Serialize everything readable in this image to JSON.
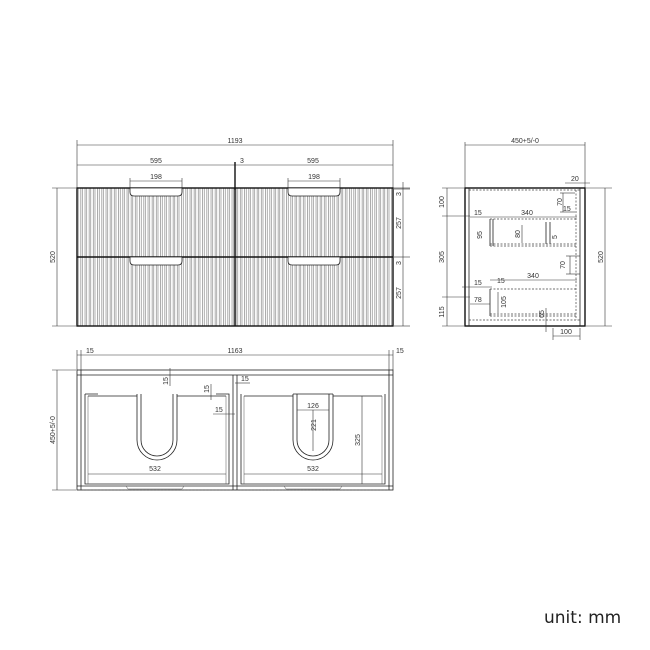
{
  "front_view": {
    "overall_width": "1193",
    "left_width": "595",
    "gap": "3",
    "right_width": "595",
    "handle_left": "198",
    "handle_right": "198",
    "height_total": "520",
    "top_gap": "3",
    "upper_drawer": "257",
    "mid_gap": "3",
    "lower_drawer": "257"
  },
  "side_view": {
    "depth": "450+5/-0",
    "top_rear": "20",
    "height_total": "520",
    "upper_offset": "100",
    "upper_left_15": "15",
    "upper_drawer_depth": "340",
    "upper_right_15": "15",
    "runner_upper": "70",
    "upper_height": "95",
    "upper_inner": "80",
    "upper_small": "5",
    "runner_lower": "70",
    "middle_height": "305",
    "lower_left_15": "15",
    "lower_right_15": "15",
    "lower_drawer_depth": "340",
    "lower_offset": "78",
    "lower_inner": "105",
    "bottom_height": "115",
    "bottom_small": "65",
    "bottom_width": "100"
  },
  "plan_view": {
    "left_panel": "15",
    "inner_width": "1163",
    "right_panel": "15",
    "depth": "450+5/-0",
    "left_top_15": "15",
    "left_side_15a": "15",
    "left_side_15b": "15",
    "center_15": "15",
    "cutout_width": "126",
    "cutout_depth": "221",
    "drawer_depth": "325",
    "drawer_left_width": "532",
    "drawer_right_width": "532"
  },
  "footer": {
    "unit_label": "unit: mm"
  }
}
